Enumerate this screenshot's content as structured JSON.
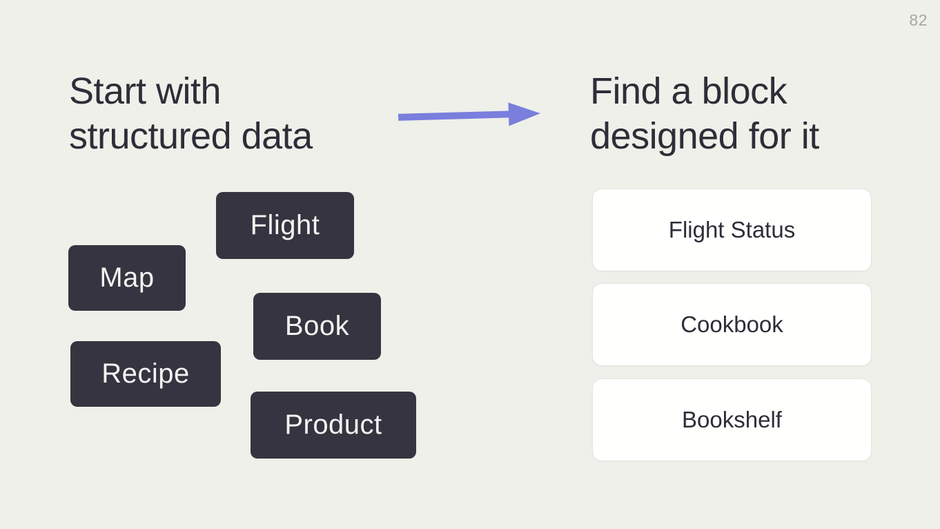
{
  "page_number": "82",
  "headings": {
    "left_line1": "Start with",
    "left_line2": "structured data",
    "right_line1": "Find a block",
    "right_line2": "designed for it"
  },
  "chips": [
    {
      "label": "Flight"
    },
    {
      "label": "Map"
    },
    {
      "label": "Book"
    },
    {
      "label": "Recipe"
    },
    {
      "label": "Product"
    }
  ],
  "cards": [
    {
      "label": "Flight Status"
    },
    {
      "label": "Cookbook"
    },
    {
      "label": "Bookshelf"
    }
  ],
  "icons": {
    "arrow": "arrow-right"
  },
  "colors": {
    "background": "#eef0e9",
    "heading_text": "#2e2d38",
    "chip_bg": "#363440",
    "chip_text": "#f4f4f2",
    "card_bg": "#fffffe",
    "card_border": "#e2e4de",
    "card_text": "#2e2d38",
    "arrow": "#7a7edd",
    "page_number": "#a4a8a4"
  }
}
